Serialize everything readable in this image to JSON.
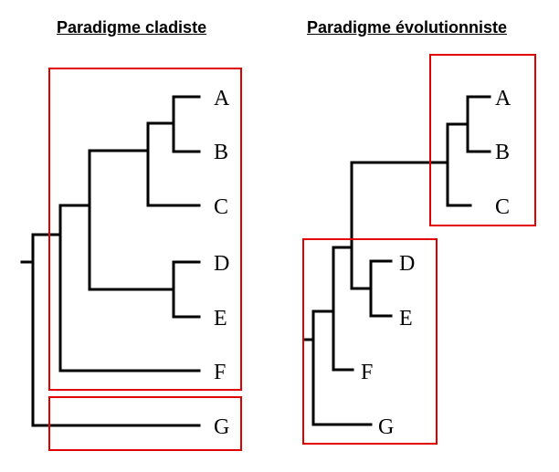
{
  "left_tree": {
    "title": "Paradigme cladiste",
    "leaves": [
      "A",
      "B",
      "C",
      "D",
      "E",
      "F",
      "G"
    ]
  },
  "right_tree": {
    "title": "Paradigme évolutionniste",
    "leaves": [
      "A",
      "B",
      "C",
      "D",
      "E",
      "F",
      "G"
    ]
  },
  "colors": {
    "branch": "#000000",
    "group_box": "#e00000"
  }
}
